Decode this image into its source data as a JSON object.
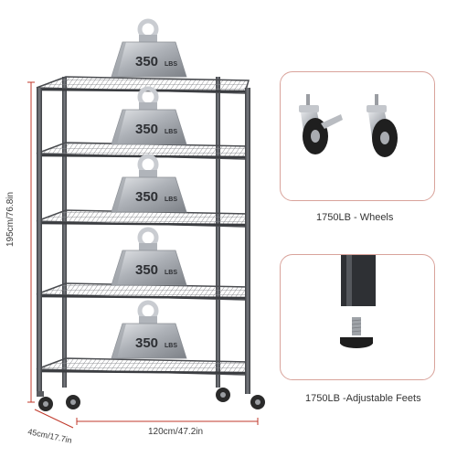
{
  "dimensions": {
    "height_label": "195cm/76.8in",
    "depth_label": "45cm/17.7in",
    "width_label": "120cm/47.2in"
  },
  "weights": {
    "label": "350",
    "unit": "LBS",
    "count": 5
  },
  "panels": {
    "wheels_caption": "1750LB - Wheels",
    "feet_caption": "1750LB -Adjustable Feets"
  },
  "colors": {
    "accent": "#c0392b",
    "panel_border": "#d9a39b",
    "frame": "#4a4c50",
    "weight_metal": "#b8bcc2"
  }
}
